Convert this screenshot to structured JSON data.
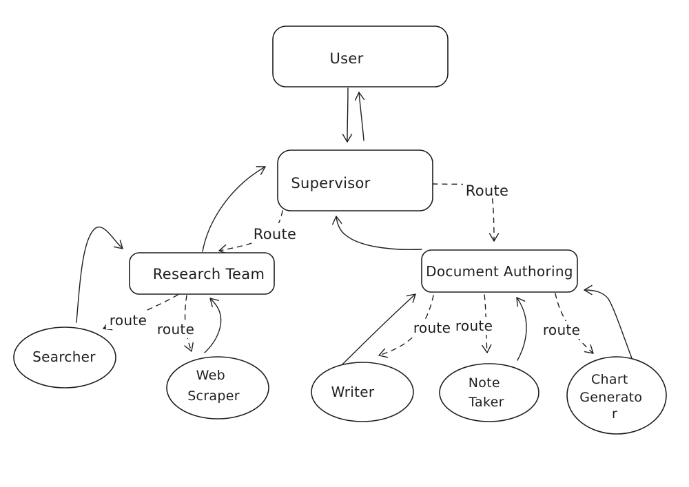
{
  "canvas": {
    "background": "#ffffff",
    "stroke_color": "#1e1e1e",
    "style": "hand-drawn flowchart"
  },
  "nodes": {
    "user": {
      "shape": "rounded-rect",
      "label": "User"
    },
    "supervisor": {
      "shape": "rounded-rect",
      "label": "Supervisor"
    },
    "research_team": {
      "shape": "rounded-rect",
      "label": "Research Team"
    },
    "document_authoring": {
      "shape": "rounded-rect",
      "label": "Document Authoring"
    },
    "searcher": {
      "shape": "ellipse",
      "label": "Searcher"
    },
    "web_scraper": {
      "shape": "ellipse",
      "label": "Web Scraper",
      "lines": [
        "Web",
        "Scraper"
      ]
    },
    "writer": {
      "shape": "ellipse",
      "label": "Writer"
    },
    "note_taker": {
      "shape": "ellipse",
      "label": "Note Taker",
      "lines": [
        "Note",
        "Taker"
      ]
    },
    "chart_generator": {
      "shape": "ellipse",
      "label": "Chart Generator",
      "lines": [
        "Chart",
        "Generato",
        "r"
      ]
    }
  },
  "edge_labels": {
    "supervisor_to_document_authoring": "Route",
    "supervisor_to_research_team": "Route",
    "research_team_to_searcher": "route",
    "research_team_to_web_scraper": "route",
    "document_authoring_to_writer": "route",
    "document_authoring_to_note_taker": "route",
    "document_authoring_to_chart_generator": "route"
  }
}
